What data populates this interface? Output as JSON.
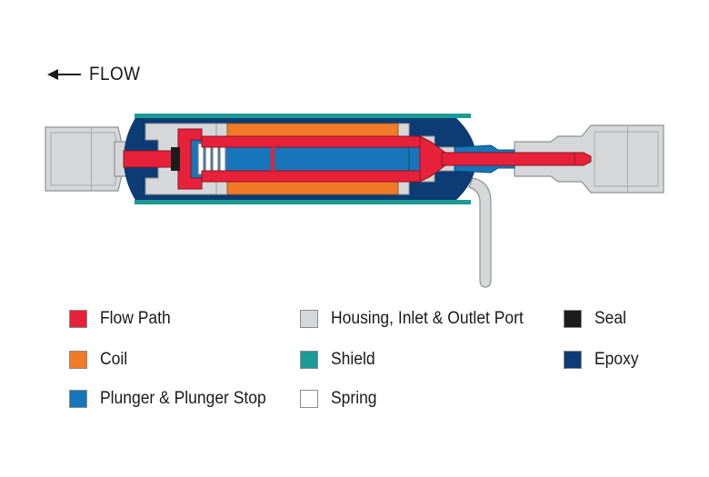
{
  "flow": {
    "label": "FLOW",
    "arrow_icon": "left-arrow-icon"
  },
  "colors": {
    "flow_path": "#e8213a",
    "coil": "#f07a26",
    "plunger": "#1676b9",
    "housing": "#d6d7d9",
    "shield": "#1a9b96",
    "spring": "#ffffff",
    "seal": "#1c1c1c",
    "epoxy": "#0d3b73"
  },
  "legend": [
    {
      "key": "flow_path",
      "label": "Flow Path",
      "color": "#e8213a"
    },
    {
      "key": "coil",
      "label": "Coil",
      "color": "#f07a26"
    },
    {
      "key": "plunger",
      "label": "Plunger & Plunger Stop",
      "color": "#1676b9"
    },
    {
      "key": "housing",
      "label": "Housing, Inlet & Outlet Port",
      "color": "#d6d7d9"
    },
    {
      "key": "shield",
      "label": "Shield",
      "color": "#1a9b96"
    },
    {
      "key": "spring",
      "label": "Spring",
      "color": "#ffffff"
    },
    {
      "key": "seal",
      "label": "Seal",
      "color": "#1c1c1c"
    },
    {
      "key": "epoxy",
      "label": "Epoxy",
      "color": "#0d3b73"
    }
  ]
}
